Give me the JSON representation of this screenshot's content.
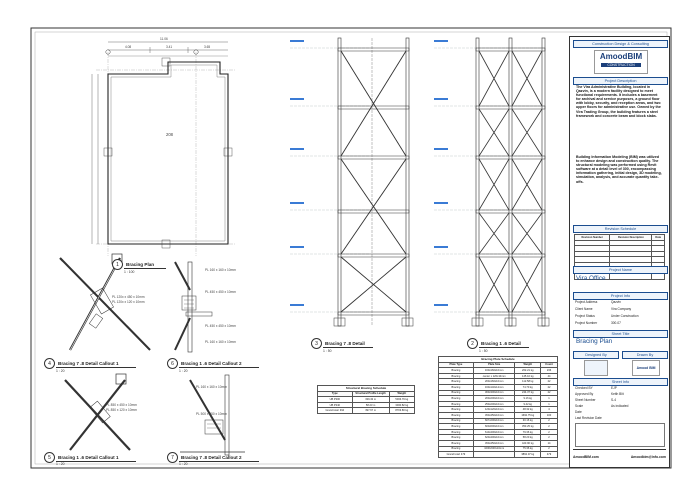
{
  "plan": {
    "view1_num": "1",
    "view1_title": "Bracing Plan",
    "view1_scale": "1 : 100",
    "area_label": "208",
    "top_dims": [
      "4.08",
      "3.41",
      "3.65"
    ],
    "top_total": "11.06"
  },
  "callouts": {
    "v4_num": "4",
    "v4_title": "Bracing 7 .8 Detail  Callout 1",
    "v4_scale": "1 : 20",
    "v4_notes": [
      "PL 120x x 450 x 10mm",
      "PL 120x x 120 x 10mm"
    ],
    "v6_num": "6",
    "v6_title": "Bracing 1 .6 Detail  Callout 2",
    "v6_scale": "1 : 20",
    "v6_notes": [
      "PL 160 x 160 x 10mm",
      "PL 450 x 450 x 10mm",
      "PL 450 x 450 x 10mm",
      "PL 160 x 160 x 10mm"
    ],
    "v5_num": "5",
    "v5_title": "Bracing 1 .6 Detail  Callout 1",
    "v5_scale": "1 : 20",
    "v5_notes": [
      "PL 850 x 450 x 10mm",
      "PL 850 x 120 x 10mm"
    ],
    "v7_num": "7",
    "v7_title": "Bracing 7 .8 Detail  Callout 2",
    "v7_scale": "1 : 20",
    "v7_notes": [
      "PL 160 x 160 x 10mm",
      "PL 500 x 450 x 10mm"
    ]
  },
  "elevations": {
    "v3_num": "3",
    "v3_title": "Bracing 7 .8 Detail",
    "v3_scale": "1 : 50",
    "v2_num": "2",
    "v2_title": "Bracing 1 .6 Detail",
    "v2_scale": "1 : 50"
  },
  "structural_schedule": {
    "title": "Structural Bracing Schedule",
    "headers": [
      "Type",
      "Structural Profile Length",
      "Weight"
    ],
    "rows": [
      [
        "UB P300",
        "339.43 m",
        "5033.79 kg"
      ],
      [
        "UB P340",
        "58.23 m",
        "3030.82 kg"
      ],
      [
        "Grand total: 394",
        "397.67 m",
        "8703.80 kg"
      ]
    ]
  },
  "plate_schedule": {
    "title": "Bracing Plate Schedule",
    "headers": [
      "Plate Type",
      "Plate Size",
      "Weight",
      "Count"
    ],
    "rows": [
      [
        "Bracing",
        "160x160x10mm",
        "262.21 kg",
        "236"
      ],
      [
        "Bracing",
        "center x 120x10mm",
        "145.10 kg",
        "44"
      ],
      [
        "Bracing",
        "200x160x10mm",
        "112.58 kg",
        "22"
      ],
      [
        "Bracing",
        "160x140x12mm",
        "74.70 kg",
        "22"
      ],
      [
        "Bracing",
        "300x300x10mm",
        "244.37 kg",
        "22"
      ],
      [
        "Bracing",
        "200x200x10mm",
        "9.16 kg",
        "1"
      ],
      [
        "Bracing",
        "250x200x10mm",
        "9.42 kg",
        "1"
      ],
      [
        "Bracing",
        "120x120x10mm",
        "48.32 kg",
        "4"
      ],
      [
        "Bracing",
        "450x450x10mm",
        "1692.75 kg",
        "100"
      ],
      [
        "Bracing",
        "607x200x10mm",
        "30.16 kg",
        "2"
      ],
      [
        "Bracing",
        "600x600x10mm",
        "353.25 kg",
        "2"
      ],
      [
        "Bracing",
        "610x400x10mm",
        "79.36 kg",
        "2"
      ],
      [
        "Bracing",
        "620x400x10mm",
        "58.20 kg",
        "2"
      ],
      [
        "Bracing",
        "450x450x10mm",
        "423.90 kg",
        "14"
      ],
      [
        "Bracing",
        "1000x600x10mm",
        "75.36 kg",
        "2"
      ],
      [
        "Grand total: 479",
        "",
        "3862.07 kg",
        "479"
      ]
    ]
  },
  "title_block": {
    "firm_header": "Construction Design & Consulting",
    "logo_text": "AmoodBIM",
    "logo_sub": "CONSTRUCTION",
    "project_desc_header": "Project Description",
    "desc_para1": "The Vira Administrative Building, located in Qazvin, is a modern facility designed to meet functional requirements. It includes a basement for archival and service purposes, a ground floor with lobby, security, and reception areas, and two upper floors for administrative use. Owned by the Vira Trading Group, the building features a steel framework and concrete beam and block slabs.",
    "desc_para2": "Building Information Modeling (BIM) was utilized to enhance design and construction quality. The structural modeling was performed using Revit software at a detail level of 300, encompassing information gathering, initial design, 3D modeling, simulation, analysis, and accurate quantity take-offs.",
    "revision_header": "Revision Schedule",
    "revision_cols": [
      "Revision Number",
      "Revision Description",
      "Date"
    ],
    "project_name_header": "Project Name",
    "project_name": "Vira Office",
    "project_info_header": "Project Info",
    "project_info": [
      [
        "Project Address",
        "Qazvin"
      ],
      [
        "Client Name",
        "Vira Company"
      ],
      [
        "Project Status",
        "Under Construction"
      ],
      [
        "Project Number",
        "300-07"
      ]
    ],
    "sheet_title_header": "Sheet Title",
    "sheet_title": "Bracing Plan",
    "designed_by_header": "Designed By",
    "drawn_by_header": "Drawn By",
    "designer_name": "Amood BIM",
    "sheet_info_header": "Sheet Info",
    "sheet_info": [
      [
        "Checked BY",
        "EJP"
      ],
      [
        "Approved By",
        "Keith Blit"
      ],
      [
        "Sheet Number",
        "S-4"
      ],
      [
        "Scale",
        "As indicated"
      ],
      [
        "Date",
        ""
      ]
    ],
    "last_revision_label": "Last Revision Date",
    "footer_url": "AmoodBIM.com",
    "footer_email": "Amoodbim@info.com"
  }
}
